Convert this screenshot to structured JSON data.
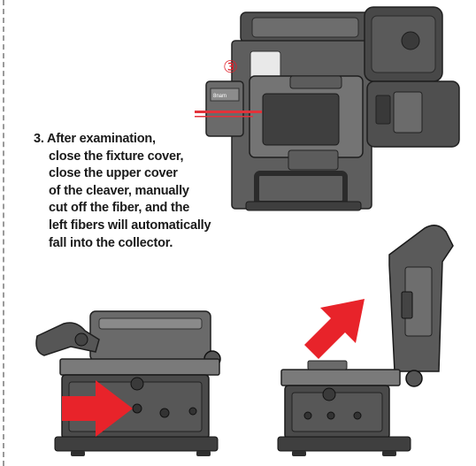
{
  "step_marker": "③",
  "instruction": {
    "lines": [
      "3. After examination,",
      "close the fixture cover,",
      "close the upper cover",
      "of the cleaver, manually",
      "cut off the fiber, and the",
      "left fibers will automatically",
      "fall into the collector."
    ]
  },
  "device_label": "8nam",
  "colors": {
    "device_dark": "#3c3c3c",
    "device_mid": "#6a6a6a",
    "device_light": "#b9b9b9",
    "arrow_red": "#e8232a",
    "fiber_red": "#e3323a",
    "border_dash": "#9a9a9a"
  }
}
